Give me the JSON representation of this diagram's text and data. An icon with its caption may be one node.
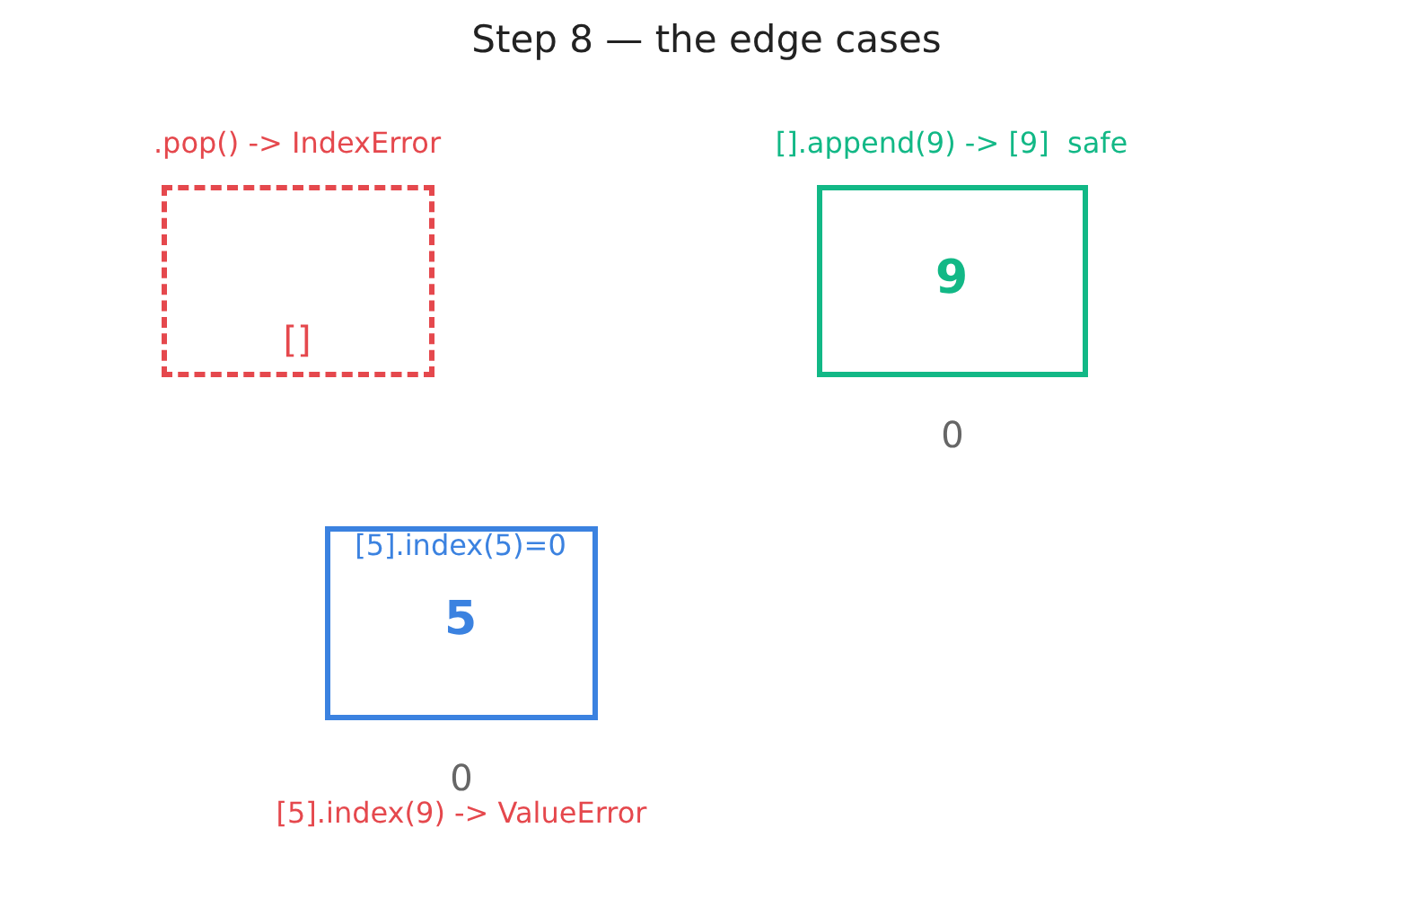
{
  "diagram": {
    "title": "Step 8 — the edge cases",
    "nodes": [
      {
        "text": [
          ".pop() -> IndexError",
          "[]"
        ]
      },
      {
        "text": [
          "[].append(9) -> [9]  safe",
          "9"
        ],
        "beside": [
          "0"
        ]
      },
      {
        "text": [
          "[5].index(5)=0",
          "5"
        ],
        "beside": [
          "0",
          "[5].index(9) -> ValueError"
        ]
      }
    ]
  }
}
